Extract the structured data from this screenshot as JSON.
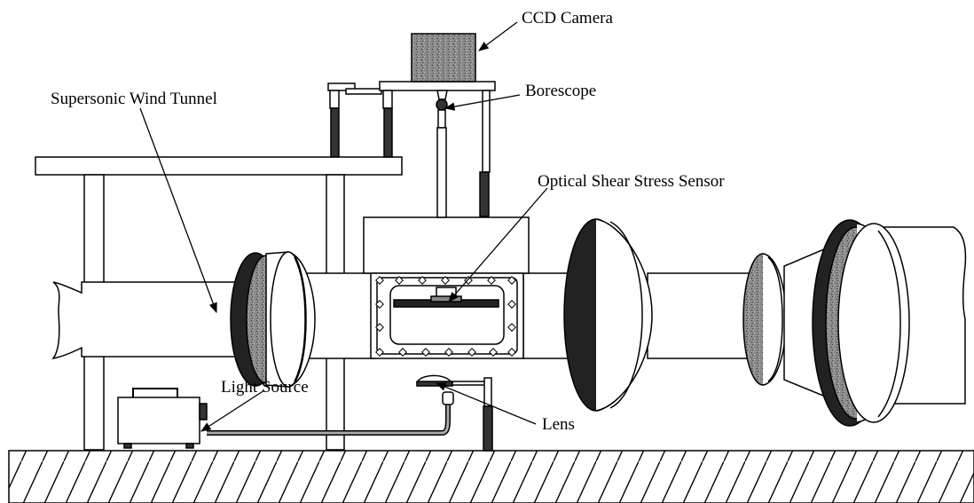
{
  "labels": {
    "ccd_camera": "CCD Camera",
    "borescope": "Borescope",
    "supersonic_wind_tunnel": "Supersonic Wind Tunnel",
    "optical_shear_stress_sensor": "Optical Shear Stress Sensor",
    "light_source": "Light Source",
    "lens": "Lens"
  },
  "colors": {
    "line": "#000000",
    "dark_fill": "#222222",
    "textured_fill": "#8a8a8a",
    "background": "#ffffff"
  }
}
